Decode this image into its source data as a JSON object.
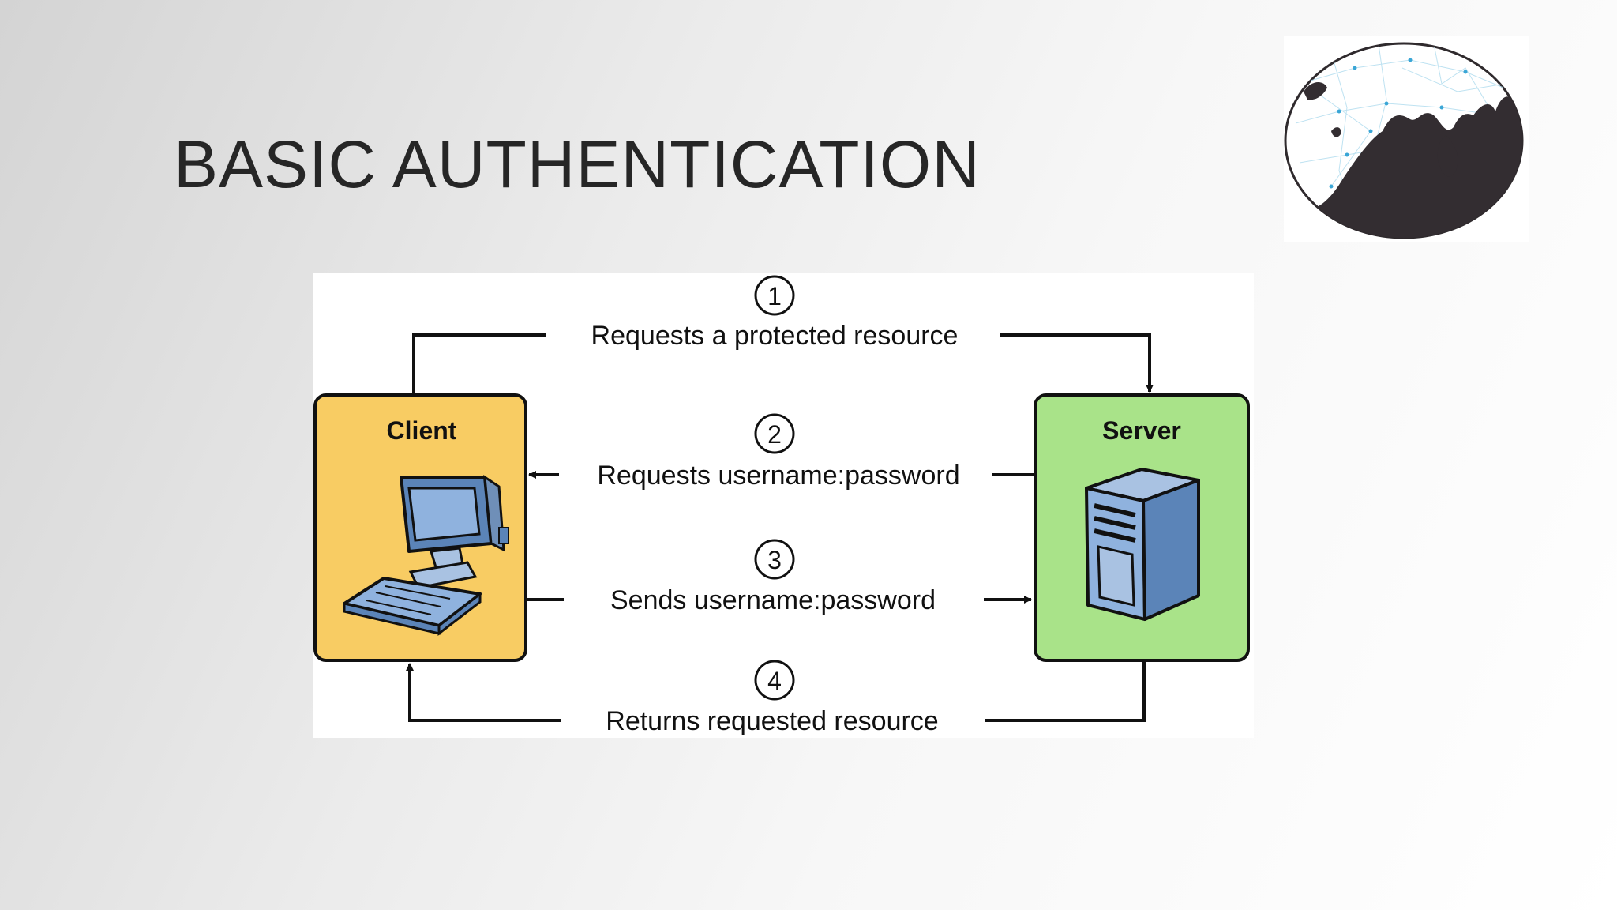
{
  "slide": {
    "title": "BASIC AUTHENTICATION"
  },
  "diagram": {
    "client_label": "Client",
    "server_label": "Server",
    "steps": [
      {
        "number": "1",
        "label": "Requests a protected resource"
      },
      {
        "number": "2",
        "label": "Requests username:password"
      },
      {
        "number": "3",
        "label": "Sends username:password"
      },
      {
        "number": "4",
        "label": "Returns requested resource"
      }
    ],
    "colors": {
      "client_fill": "#f8cc63",
      "server_fill": "#a9e389",
      "stroke": "#111111"
    }
  },
  "logo": {
    "icon": "globe-icon"
  }
}
